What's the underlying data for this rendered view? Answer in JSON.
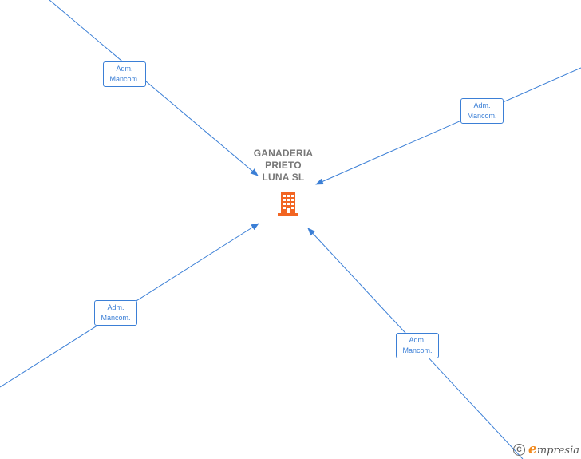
{
  "company": {
    "name_lines": [
      "GANADERIA",
      "PRIETO",
      "LUNA  SL"
    ],
    "icon": "building-icon"
  },
  "roles": [
    {
      "line1": "Adm.",
      "line2": "Mancom."
    },
    {
      "line1": "Adm.",
      "line2": "Mancom."
    },
    {
      "line1": "Adm.",
      "line2": "Mancom."
    },
    {
      "line1": "Adm.",
      "line2": "Mancom."
    }
  ],
  "watermark": {
    "symbol": "C",
    "brand_initial": "e",
    "brand_rest": "mpresia"
  },
  "colors": {
    "edge": "#3b7fd6",
    "company_icon": "#f26522",
    "company_text": "#777777"
  }
}
